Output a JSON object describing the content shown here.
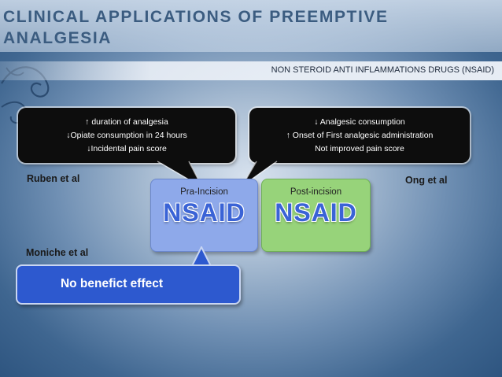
{
  "slide": {
    "title": "CLINICAL APPLICATIONS OF PREEMPTIVE ANALGESIA",
    "subtitle": "NON STEROID ANTI INFLAMMATIONS DRUGS (NSAID)"
  },
  "left_bubble": {
    "lines": [
      {
        "arrow": "↑",
        "text": "duration of analgesia"
      },
      {
        "arrow": "↓",
        "text": "Opiate consumption in 24 hours"
      },
      {
        "arrow": "↓",
        "text": "Incidental pain score"
      }
    ]
  },
  "right_bubble": {
    "lines": [
      {
        "arrow": "↓",
        "text": "Analgesic consumption"
      },
      {
        "arrow": "↑",
        "text": "Onset of First analgesic administration"
      },
      {
        "arrow": "",
        "text": "Not improved pain score"
      }
    ]
  },
  "authors": {
    "ruben": "Ruben et al",
    "ong": "Ong et al",
    "moniche": "Moniche et al"
  },
  "cards": {
    "pre": {
      "label": "Pra-Incision",
      "big": "NSAID"
    },
    "post": {
      "label": "Post-incision",
      "big": "NSAID"
    }
  },
  "callout": {
    "text": "No benefict effect"
  },
  "colors": {
    "title": "#3b5c80",
    "pre_card": "#8ea9ea",
    "post_card": "#97d37a",
    "nsaid_text": "#3a63d6",
    "callout": "#2d59cf"
  }
}
